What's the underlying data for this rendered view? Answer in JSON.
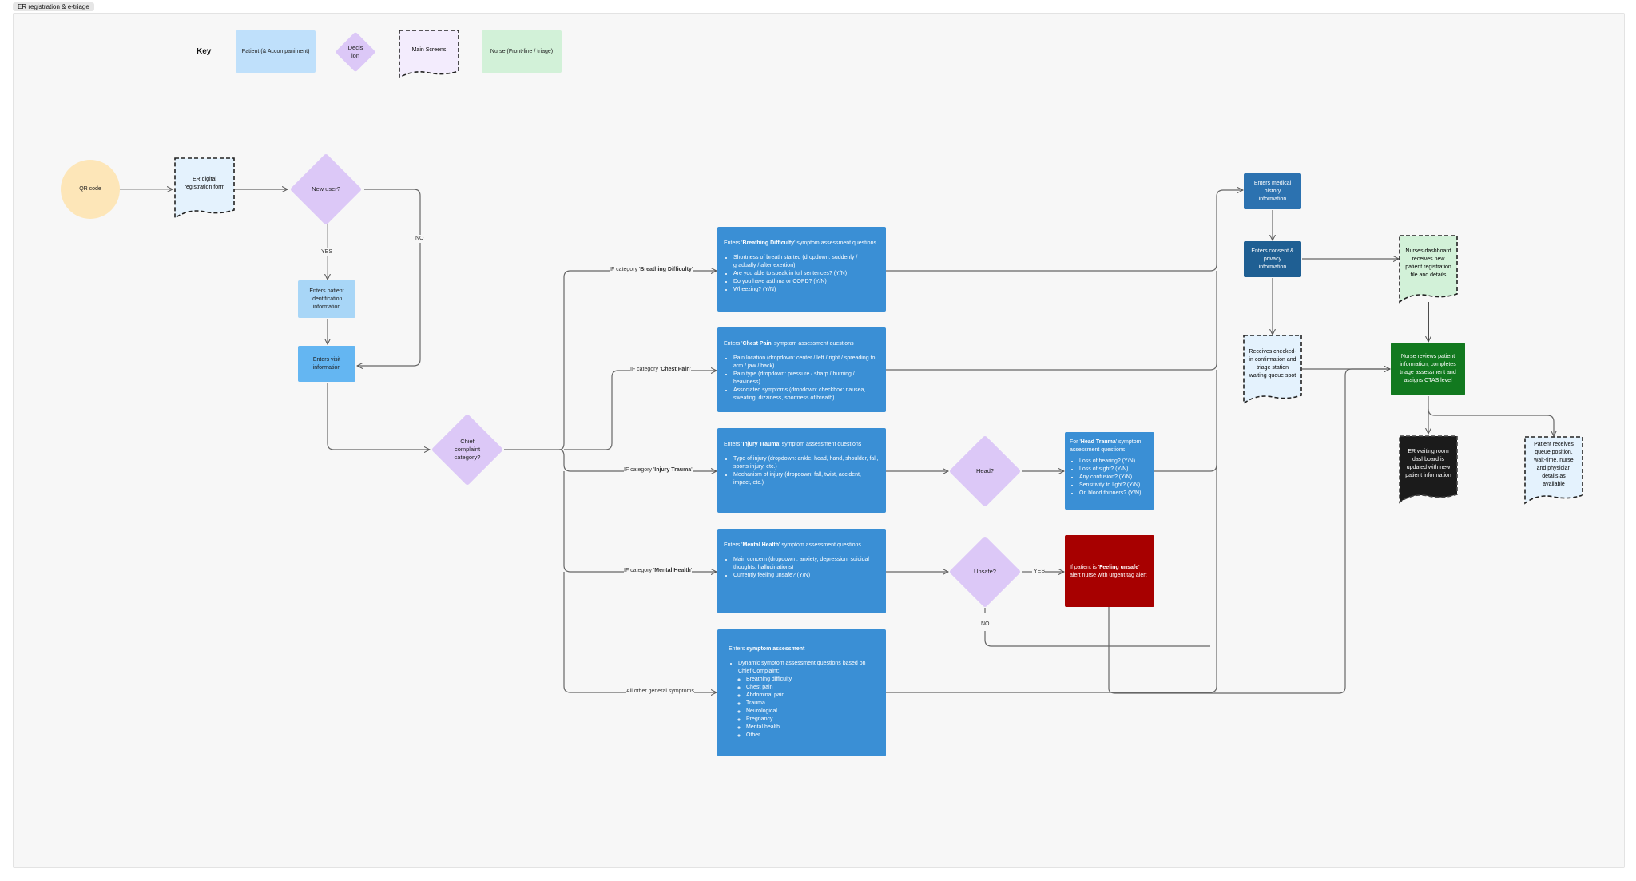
{
  "frame_title": "ER registration & e-triage",
  "key": {
    "title": "Key",
    "patient": "Patient (& Accompaniment)",
    "decision": "Decis ion",
    "main_screens": "Main Screens",
    "nurse": "Nurse (Front-line / triage)"
  },
  "nodes": {
    "qr_code": "QR code",
    "er_form": "ER digital registration form",
    "new_user": "New user?",
    "enters_patient_id": "Enters patient identification information",
    "enters_visit": "Enters visit information",
    "chief_complaint": "Chief complaint category?",
    "head": "Head?",
    "unsafe": "Unsafe?",
    "medical_history": "Enters medical history information",
    "consent": "Enters consent & privacy information",
    "checked_in": "Receives checked-in confirmation and triage station waiting queue spot",
    "nurses_dashboard": "Nurses dashboard receives new patient registration file and details",
    "nurse_reviews": "Nurse  reviews patient information, completes triage assessment and assigns CTAS level",
    "waiting_room": "ER waiting room dashboard is updated with new patient information",
    "patient_receives": "Patient receives queue position, wait-time, nurse and physician details as available"
  },
  "edge_labels": {
    "yes_new": "YES",
    "no_new": "NO",
    "if_breathing_pre": "IF category '",
    "if_breathing_bold": "Breathing Difficulty",
    "if_chest_pre": "IF category '",
    "if_chest_bold": "Chest Pain",
    "if_injury_pre": "IF category '",
    "if_injury_bold": "Injury Trauma",
    "if_mental_pre": "IF category '",
    "if_mental_bold": "Mental Health",
    "close_quote": "'",
    "all_other": "All other general symptoms",
    "yes_unsafe": "YES",
    "no_unsafe": "NO"
  },
  "boxes": {
    "breathing": {
      "title_pre": "Enters '",
      "title_bold": "Breathing Difficulty",
      "title_post": "' symptom assessment questions",
      "items": [
        "Shortness of breath started (dropdown: suddenly / gradually / after exertion)",
        "Are you able to speak in full sentences? (Y/N)",
        "Do you have asthma or COPD? (Y/N)",
        "Wheezing? (Y/N)"
      ]
    },
    "chest": {
      "title_pre": "Enters '",
      "title_bold": "Chest Pain",
      "title_post": "' symptom assessment questions",
      "items": [
        "Pain location (dropdown: center / left / right / spreading to arm / jaw / back)",
        "Pain type (dropdown: pressure / sharp / burning / heaviness)",
        "Associated symptoms (dropdown: checkbox: nausea, sweating, dizziness, shortness of breath)"
      ]
    },
    "injury": {
      "title_pre": "Enters '",
      "title_bold": "Injury Trauma",
      "title_post": "' symptom assessment questions",
      "items": [
        "Type of injury (dropdown: ankle, head, hand, shoulder, fall, sports injury, etc.)",
        "Mechanism of injury (dropdown: fall, twist, accident, impact, etc.)"
      ]
    },
    "mental": {
      "title_pre": "Enters '",
      "title_bold": "Mental Health",
      "title_post": "' symptom assessment questions",
      "items": [
        "Main concern (dropdown : anxiety, depression, suicidal thoughts, hallucinations)",
        "Currently feeling unsafe? (Y/N)"
      ]
    },
    "general": {
      "title_pre": "Enters ",
      "title_bold": "symptom assessment",
      "item": "Dynamic symptom assessment questions based on Chief Complaint:",
      "subitems": [
        "Breathing difficulty",
        "Chest pain",
        "Abdominal pain",
        "Trauma",
        "Neurological",
        "Pregnancy",
        "Mental health",
        "Other"
      ]
    },
    "head_trauma": {
      "title_pre": "For '",
      "title_bold": "Head Trauma",
      "title_post": "' symptom assessment questions",
      "items": [
        "Loss of hearing? (Y/N)",
        "Loss of sight? (Y/N)",
        "Any confusion? (Y/N)",
        "Sensitivity to light? (Y/N)",
        "On blood thinners? (Y/N)"
      ]
    },
    "unsafe_alert": {
      "pre": "If patient is '",
      "bold": "Feeling unsafe",
      "post": "' alert nurse with urgent tag alert"
    }
  },
  "colors": {
    "patient": "#bfe0fb",
    "decision": "#dcc8f7",
    "main_screen": "#f3ecfd",
    "nurse": "#d2f1d8",
    "assessment": "#3a8fd5",
    "dark_blue": "#1f5f93",
    "green": "#12791f",
    "red": "#a70000",
    "qr": "#fde6b8"
  }
}
